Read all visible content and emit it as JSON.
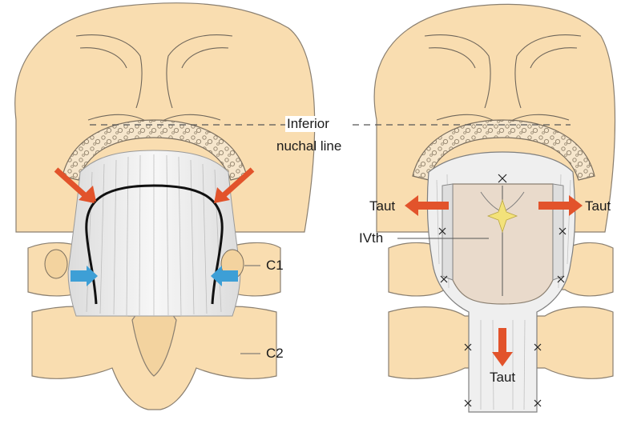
{
  "labels": {
    "inferior_nuchal_line": [
      "Inferior",
      "nuchal line"
    ],
    "taut": "Taut",
    "c1": "C1",
    "c2": "C2",
    "ivth": "IVth"
  },
  "colors": {
    "bone": "#f9ddb0",
    "bone_outline": "#8a7f70",
    "dura": "#f4f4f4",
    "red_arrow": "#e2532b",
    "blue_arrow": "#3d9fd6",
    "fourth_ventricle": "#e9dacb",
    "star": "#f3e27a"
  }
}
